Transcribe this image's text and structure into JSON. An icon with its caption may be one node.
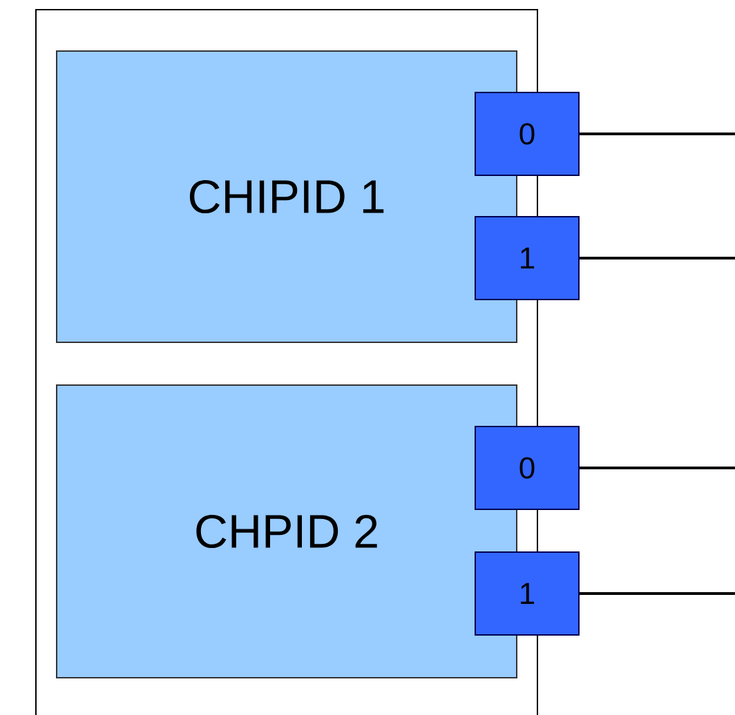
{
  "diagram": {
    "nodes": [
      {
        "text": [],
        "shape": "box"
      },
      {
        "text": [
          "CHIPID 1"
        ],
        "in": 0
      },
      {
        "text": [
          "CHPID 2"
        ],
        "in": 0
      },
      {
        "text": [
          "0"
        ]
      },
      {
        "text": [
          "1"
        ]
      },
      {
        "text": [
          "0"
        ]
      },
      {
        "text": [
          "1"
        ]
      }
    ],
    "edges": [
      {
        "from": 3,
        "to": null,
        "arrow": "none"
      },
      {
        "from": 4,
        "to": null,
        "arrow": "none"
      },
      {
        "from": 5,
        "to": null,
        "arrow": "none"
      },
      {
        "from": 6,
        "to": null,
        "arrow": "none"
      }
    ]
  }
}
